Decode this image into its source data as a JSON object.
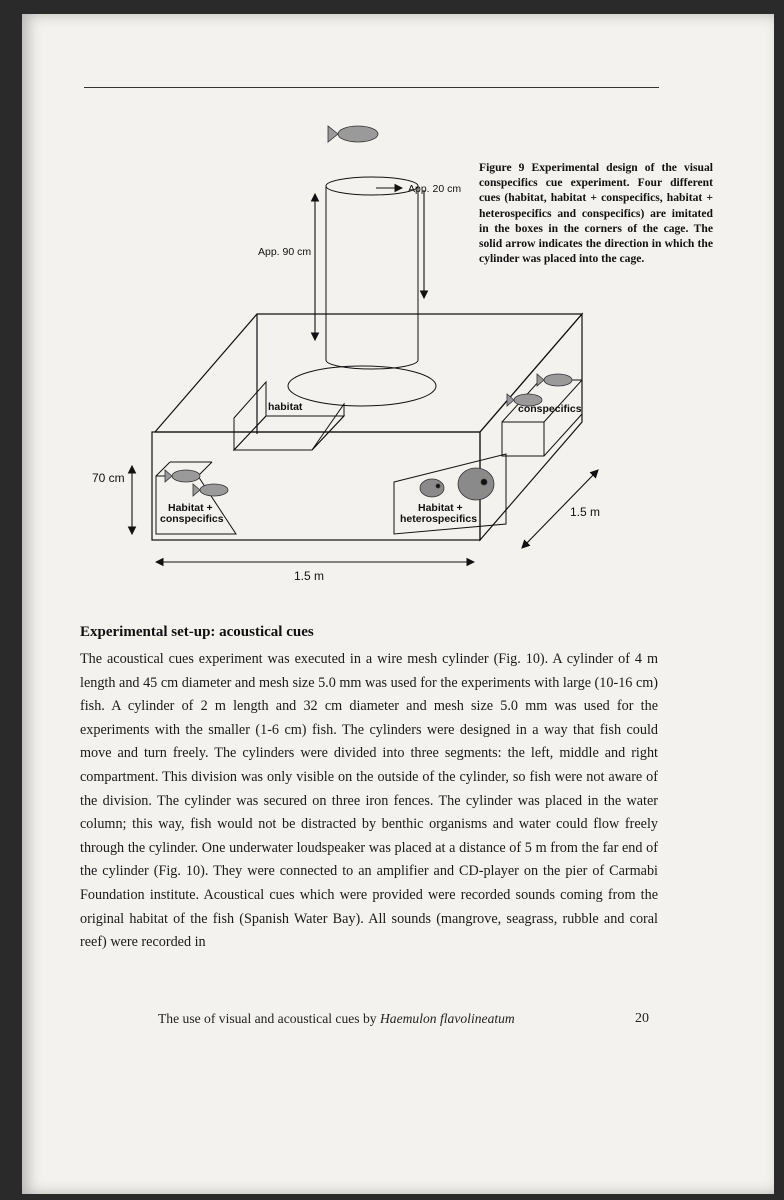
{
  "figure": {
    "caption": "Figure 9 Experimental design of the visual conspecifics cue experiment. Four different cues (habitat, habitat + conspecifics, habitat + heterospecifics and conspecifics) are imitated in the boxes in the corners of the cage. The solid arrow indicates the direction in which the cylinder was placed into the cage.",
    "labels": {
      "app_20": "App. 20 cm",
      "app_90": "App. 90 cm",
      "habitat": "habitat",
      "conspecifics": "conspecifics",
      "habitat_conspecifics_line1": "Habitat +",
      "habitat_conspecifics_line2": "conspecifics",
      "habitat_heterospecifics_line1": "Habitat +",
      "habitat_heterospecifics_line2": "heterospecifics",
      "height_70": "70 cm",
      "width_15": "1.5 m",
      "depth_15": "1.5 m"
    }
  },
  "section": {
    "heading": "Experimental set-up: acoustical cues",
    "paragraph": "The acoustical cues experiment was executed in a wire mesh cylinder (Fig. 10). A cylinder of 4 m length and 45 cm diameter and mesh size 5.0 mm was used for the experiments with large (10-16 cm) fish. A cylinder of 2 m length and 32 cm diameter and mesh size 5.0 mm was used for the experiments with the smaller (1-6 cm) fish. The cylinders were designed in a way that fish could move and turn freely. The cylinders were divided into three segments: the left, middle and right compartment. This division was only visible on the outside of the cylinder, so fish were not aware of the division. The cylinder was secured on three iron fences. The cylinder was placed in the water column; this way, fish would not be distracted by benthic organisms and water could flow freely through the cylinder. One underwater loudspeaker was placed at a distance of 5 m from the far end of the cylinder (Fig. 10). They were connected to an amplifier and CD-player on the pier of Carmabi Foundation institute. Acoustical cues which were provided were recorded sounds coming from the original habitat of the fish (Spanish Water Bay). All sounds (mangrove, seagrass, rubble and coral reef) were recorded in"
  },
  "footer": {
    "title_prefix": "The use of visual and acoustical cues by",
    "species": "Haemulon flavolineatum",
    "page_number": "20"
  }
}
